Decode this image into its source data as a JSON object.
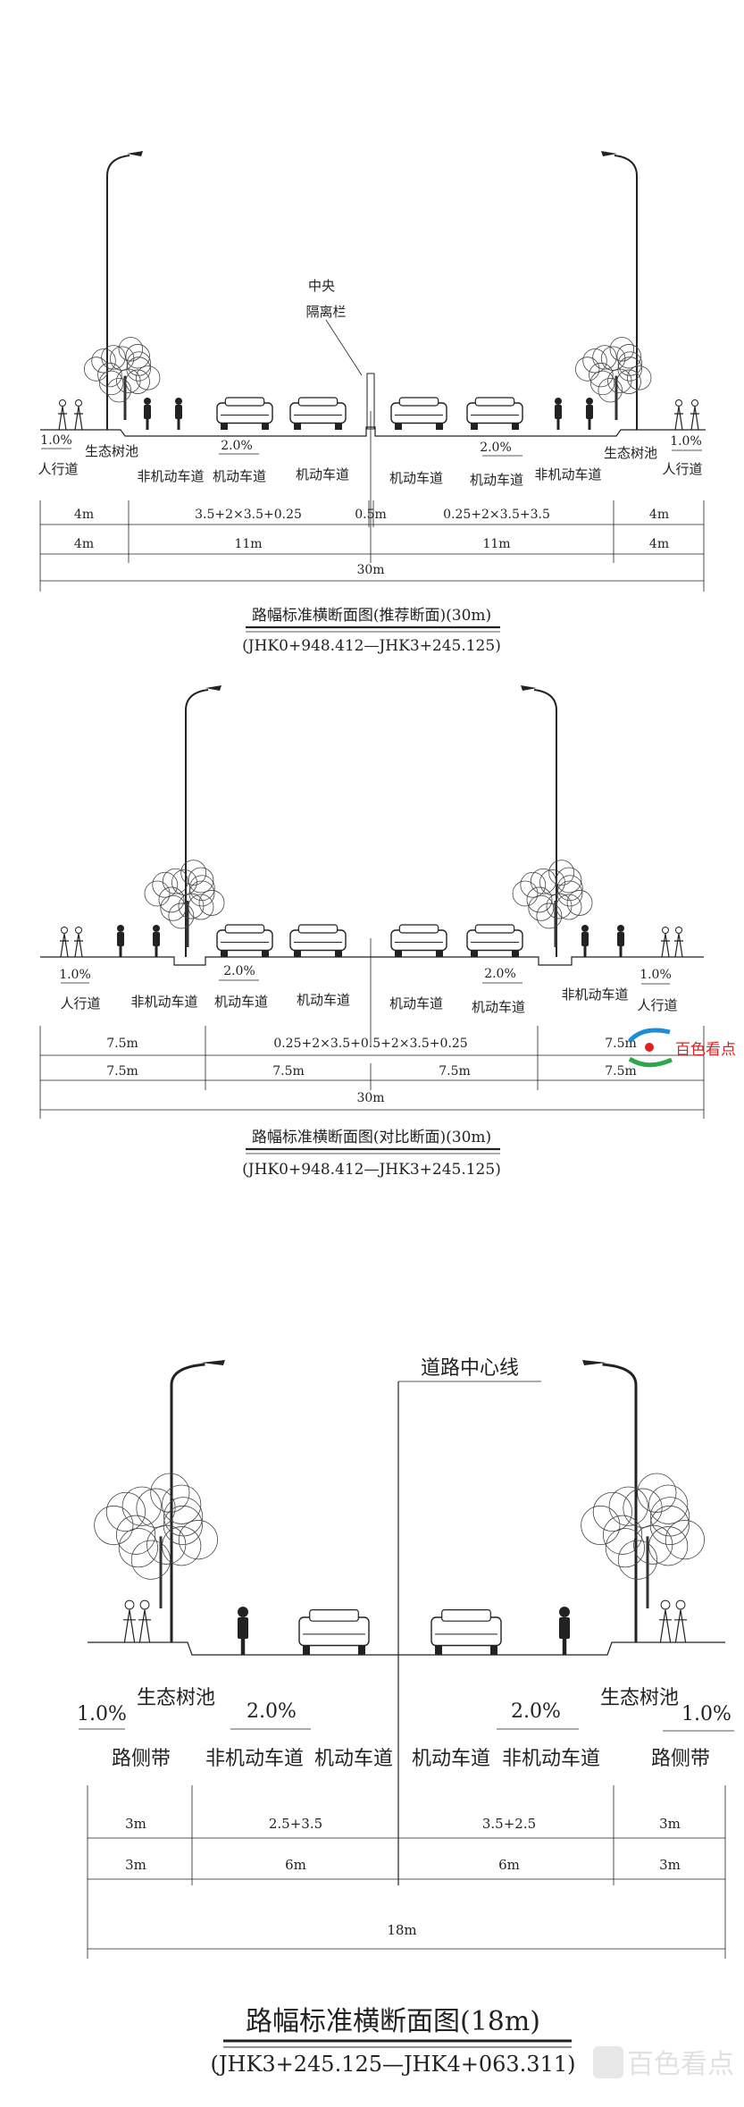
{
  "sections": [
    {
      "median_label_1": "中央",
      "median_label_2": "隔离栏",
      "labels": {
        "slope_sidewalk": "1.0%",
        "sidewalk": "人行道",
        "tree_pit": "生态树池",
        "bike_lane": "非机动车道",
        "slope_road": "2.0%",
        "motor_lane": "机动车道"
      },
      "dims_row1": [
        "4m",
        "3.5+2×3.5+0.25",
        "0.5m",
        "0.25+2×3.5+3.5",
        "4m"
      ],
      "dims_row2": [
        "4m",
        "11m",
        "11m",
        "4m"
      ],
      "total": "30m",
      "title": "路幅标准横断面图(推荐断面)(30m)",
      "subtitle": "(JHK0+948.412—JHK3+245.125)"
    },
    {
      "labels": {
        "slope_sidewalk": "1.0%",
        "sidewalk": "人行道",
        "bike_lane": "非机动车道",
        "slope_road": "2.0%",
        "motor_lane": "机动车道"
      },
      "dims_row1": [
        "7.5m",
        "0.25+2×3.5+0.5+2×3.5+0.25",
        "7.5m"
      ],
      "dims_row2": [
        "7.5m",
        "7.5m",
        "7.5m",
        "7.5m"
      ],
      "total": "30m",
      "title": "路幅标准横断面图(对比断面)(30m)",
      "subtitle": "(JHK0+948.412—JHK3+245.125)"
    },
    {
      "centerline_label": "道路中心线",
      "labels": {
        "slope_side": "1.0%",
        "tree_pit": "生态树池",
        "slope_road": "2.0%",
        "side_strip": "路侧带",
        "bike_lane": "非机动车道",
        "motor_lane": "机动车道"
      },
      "dims_row1": [
        "3m",
        "2.5+3.5",
        "3.5+2.5",
        "3m"
      ],
      "dims_row2": [
        "3m",
        "6m",
        "6m",
        "3m"
      ],
      "total": "18m",
      "title": "路幅标准横断面图(18m)",
      "subtitle": "(JHK3+245.125—JHK4+063.311)"
    }
  ],
  "watermarks": [
    "百色看点",
    "百色看点"
  ],
  "colors": {
    "line": "#222222",
    "watermark_red": "#e02020",
    "watermark_blue": "#1a8fd8",
    "watermark_green": "#2aa84a"
  }
}
